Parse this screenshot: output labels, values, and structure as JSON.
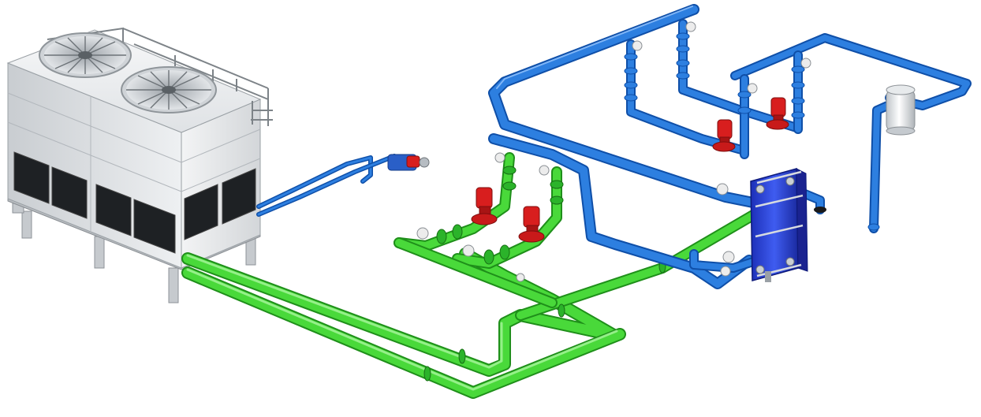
{
  "diagram": {
    "colors": {
      "supply_pipe": "#49d93a",
      "return_pipe": "#2d7fe0",
      "pump": "#d81e1e",
      "tower_casing": "#e6e8ea",
      "heat_exchanger": "#2a3fd6",
      "valve": "#e8e8e8"
    },
    "components": [
      {
        "id": "cooling-tower",
        "icon": "cooling-tower-icon",
        "fans": 2
      },
      {
        "id": "small-pump",
        "icon": "pump-icon"
      },
      {
        "id": "pump-green-1",
        "icon": "pump-icon"
      },
      {
        "id": "pump-green-2",
        "icon": "pump-icon"
      },
      {
        "id": "pump-blue-1",
        "icon": "pump-icon"
      },
      {
        "id": "pump-blue-2",
        "icon": "pump-icon"
      },
      {
        "id": "plate-heat-exchanger",
        "icon": "plate-heat-exchanger-icon"
      },
      {
        "id": "expansion-tank",
        "icon": "tank-icon"
      }
    ]
  }
}
